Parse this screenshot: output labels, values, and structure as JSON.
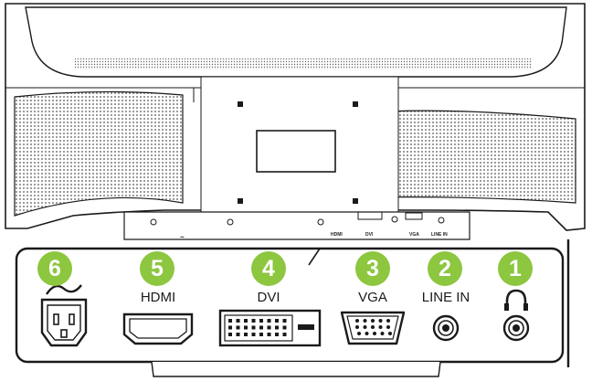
{
  "title": "",
  "rear_panel_labels": {
    "hdmi": "HDMI",
    "dvi": "DVI",
    "vga": "VGA",
    "line_in": "LINE IN",
    "power_symbol": "~"
  },
  "ports": [
    {
      "number": "6",
      "label": "~",
      "icon": "ac-power-icon"
    },
    {
      "number": "5",
      "label": "HDMI",
      "icon": "hdmi-port-icon"
    },
    {
      "number": "4",
      "label": "DVI",
      "icon": "dvi-port-icon"
    },
    {
      "number": "3",
      "label": "VGA",
      "icon": "vga-port-icon"
    },
    {
      "number": "2",
      "label": "LINE IN",
      "icon": "audio-jack-icon"
    },
    {
      "number": "1",
      "label": "",
      "icon": "headphones-icon"
    }
  ],
  "colors": {
    "badge": "#8dc63f",
    "outline": "#1a1a1a",
    "panel_fill": "#ffffff"
  }
}
